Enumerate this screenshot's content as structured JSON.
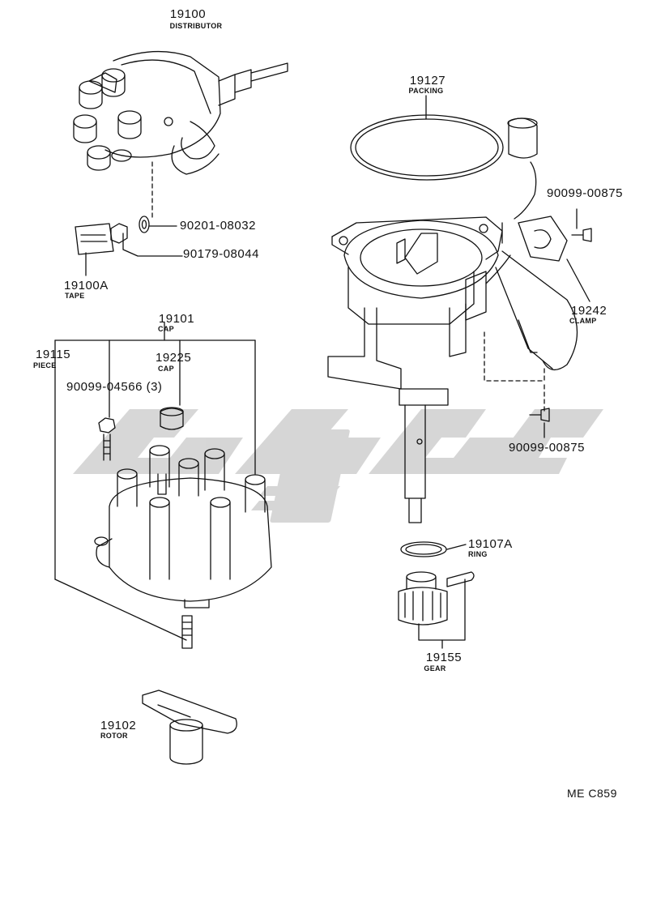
{
  "parts": {
    "distributor": {
      "number": "19100",
      "name": "DISTRIBUTOR"
    },
    "bolt_90201": {
      "number": "90201-08032"
    },
    "bolt_90179": {
      "number": "90179-08044"
    },
    "tape": {
      "number": "19100A",
      "name": "TAPE"
    },
    "packing": {
      "number": "19127",
      "name": "PACKING"
    },
    "screw_upper": {
      "number": "90099-00875"
    },
    "clamp": {
      "number": "19242",
      "name": "CLAMP"
    },
    "screw_lower": {
      "number": "90099-00875"
    },
    "cap_assy": {
      "number": "19101",
      "name": "CAP"
    },
    "piece": {
      "number": "19115",
      "name": "PIECE"
    },
    "cap_small": {
      "number": "19225",
      "name": "CAP"
    },
    "screw_cap": {
      "number": "90099-04566 (3)"
    },
    "ring": {
      "number": "19107A",
      "name": "RING"
    },
    "gear": {
      "number": "19155",
      "name": "GEAR"
    },
    "rotor": {
      "number": "19102",
      "name": "ROTOR"
    }
  },
  "diagram_code": "ME C859",
  "colors": {
    "line": "#111111",
    "watermark": "#cfcfcf"
  }
}
